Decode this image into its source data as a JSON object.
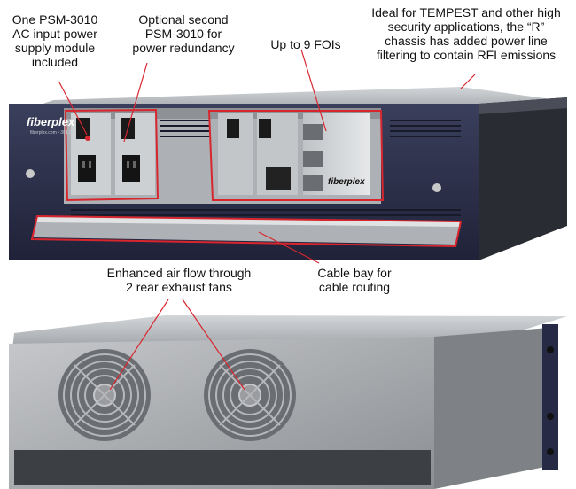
{
  "callouts": {
    "psm_included": "One PSM-3010\nAC input power\nsupply module\nincluded",
    "psm_optional": "Optional second\nPSM-3010 for\npower redundancy",
    "fois": "Up to 9 FOIs",
    "tempest": "Ideal for TEMPEST and other high\nsecurity applications, the “R”\nchassis has added power line\nfiltering to contain RFI emissions",
    "cable_bay": "Cable bay for\ncable routing",
    "airflow": "Enhanced air flow through\n2 rear exhaust fans"
  },
  "brand": {
    "logo": "fiberplex",
    "front_url": "fiberplex.com • 301.604",
    "module_logo": "fiberplex"
  },
  "colors": {
    "highlight": "#d8262f",
    "front_panel": "#2b2f48",
    "chassis_metal": "#b9bcc0",
    "fan_grill": "#8d8f92"
  }
}
